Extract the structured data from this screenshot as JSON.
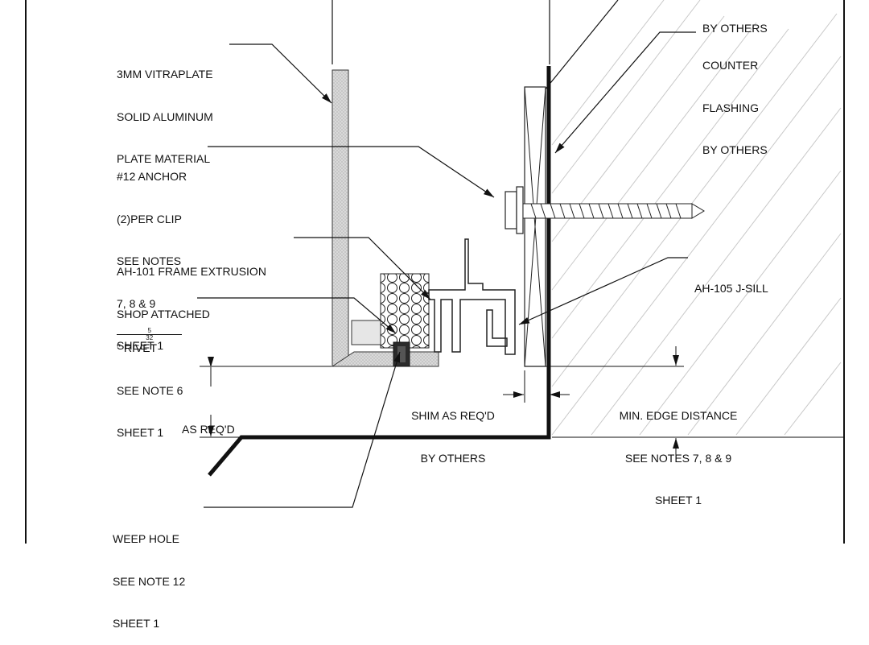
{
  "labels": {
    "by_others_top": "BY OTHERS",
    "vitraplate": [
      "3MM VITRAPLATE",
      "SOLID ALUMINUM",
      "PLATE MATERIAL"
    ],
    "counter_flashing": [
      "COUNTER",
      "FLASHING",
      "BY OTHERS"
    ],
    "anchor": [
      "#12 ANCHOR",
      "(2)PER CLIP",
      "SEE NOTES",
      "7, 8 & 9",
      "SHEET 1"
    ],
    "frame_extrusion": [
      "AH-101 FRAME EXTRUSION",
      "SHOP ATTACHED"
    ],
    "jsill": "AH-105 J-SILL",
    "rivet": {
      "fraction_numerator": "5",
      "fraction_denominator": "32",
      "line1_rest": "\" RIVET",
      "line2": "SEE NOTE 6",
      "line3": "SHEET 1"
    },
    "as_reqd": "AS REQ'D",
    "shim": [
      "SHIM AS REQ'D",
      "BY OTHERS"
    ],
    "min_edge": [
      "MIN. EDGE DISTANCE",
      "SEE NOTES 7, 8 & 9",
      "SHEET 1"
    ],
    "weep_hole": [
      "WEEP HOLE",
      "SEE NOTE 12",
      "SHEET 1"
    ]
  }
}
